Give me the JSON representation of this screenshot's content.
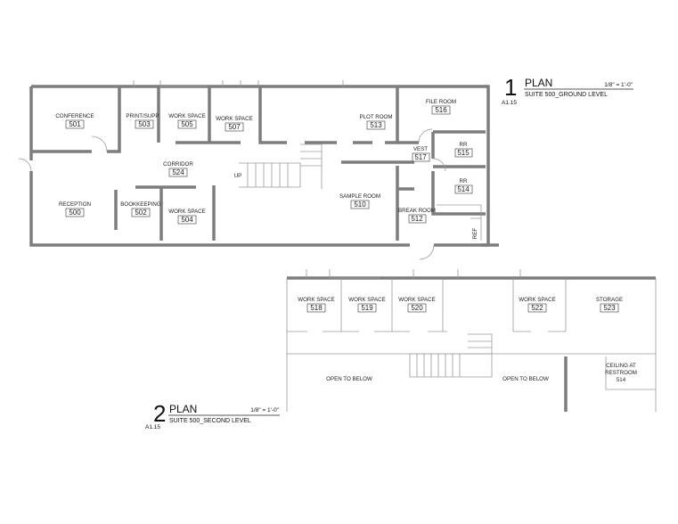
{
  "plan1": {
    "number": "1",
    "title": "PLAN",
    "scale": "1/8\" = 1'-0\"",
    "subtitle": "SUITE 500_GROUND LEVEL",
    "sheet": "A1.15",
    "rooms": [
      {
        "name": "CONFERENCE",
        "number": "501"
      },
      {
        "name": "PRINT/SUPP",
        "number": "503"
      },
      {
        "name": "WORK SPACE",
        "number": "505"
      },
      {
        "name": "WORK SPACE",
        "number": "507"
      },
      {
        "name": "PLOT ROOM",
        "number": "513"
      },
      {
        "name": "FILE ROOM",
        "number": "516"
      },
      {
        "name": "VEST",
        "number": "517"
      },
      {
        "name": "RR",
        "number": "515"
      },
      {
        "name": "RR",
        "number": "514"
      },
      {
        "name": "CORRIDOR",
        "number": "524"
      },
      {
        "name": "SAMPLE ROOM",
        "number": "510"
      },
      {
        "name": "BREAK ROOM",
        "number": "512"
      },
      {
        "name": "RECEPTION",
        "number": "500"
      },
      {
        "name": "BOOKKEEPING",
        "number": "502"
      },
      {
        "name": "WORK SPACE",
        "number": "504"
      }
    ],
    "stair_label": "UP",
    "ref_label": "REF"
  },
  "plan2": {
    "number": "2",
    "title": "PLAN",
    "scale": "1/8\" = 1'-0\"",
    "subtitle": "SUITE 500_SECOND LEVEL",
    "sheet": "A1.15",
    "rooms": [
      {
        "name": "WORK SPACE",
        "number": "518"
      },
      {
        "name": "WORK SPACE",
        "number": "519"
      },
      {
        "name": "WORK SPACE",
        "number": "520"
      },
      {
        "name": "WORK SPACE",
        "number": "522"
      },
      {
        "name": "STORAGE",
        "number": "523"
      }
    ],
    "open_to_below": [
      "OPEN TO BELOW",
      "OPEN TO BELOW"
    ],
    "ceiling_note": [
      "CEILING AT",
      "RESTROOM",
      "514"
    ]
  }
}
